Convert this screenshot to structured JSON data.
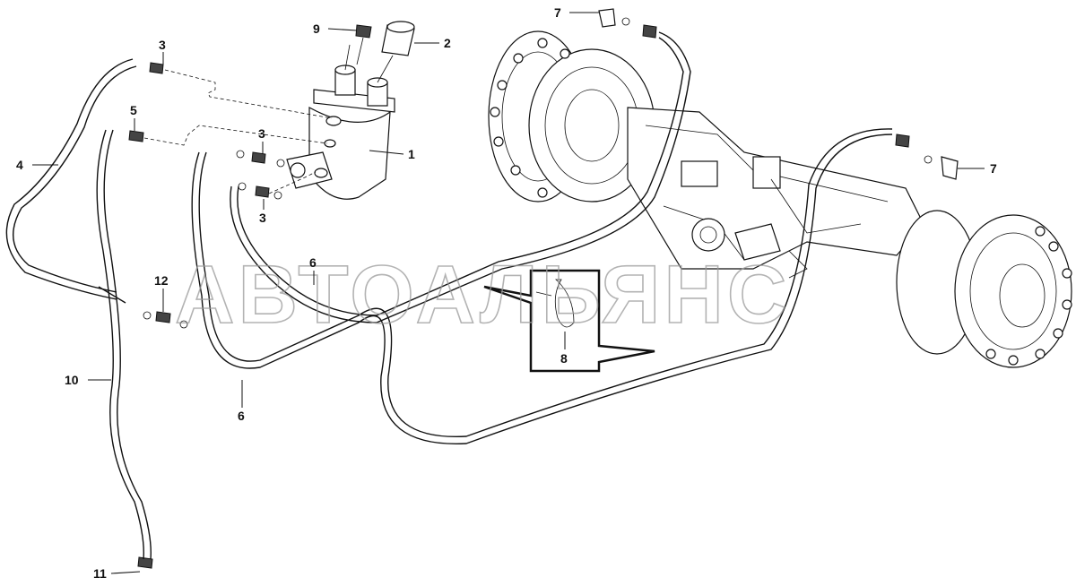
{
  "watermark": "АВТОАЛЬЯНС",
  "callouts": {
    "c1": "1",
    "c2": "2",
    "c3a": "3",
    "c3b": "3",
    "c3c": "3",
    "c4": "4",
    "c5": "5",
    "c6a": "6",
    "c6b": "6",
    "c7a": "7",
    "c7b": "7",
    "c8": "8",
    "c9": "9",
    "c10": "10",
    "c11": "11",
    "c12": "12"
  }
}
